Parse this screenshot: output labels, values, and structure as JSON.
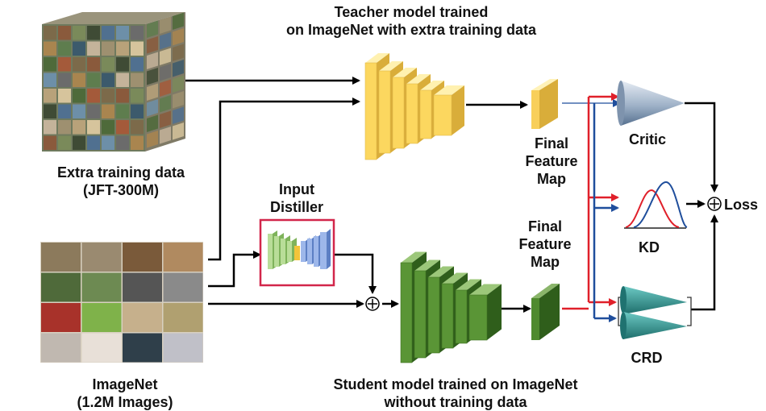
{
  "teacher": {
    "caption_line1": "Teacher model trained",
    "caption_line2": "on ImageNet with extra training data"
  },
  "extra_data": {
    "caption_line1": "Extra training data",
    "caption_line2": "(JFT-300M)"
  },
  "imagenet": {
    "caption_line1": "ImageNet",
    "caption_line2": "(1.2M Images)"
  },
  "distiller": {
    "caption_line1": "Input",
    "caption_line2": "Distiller"
  },
  "teacher_feature": {
    "line1": "Final",
    "line2": "Feature",
    "line3": "Map"
  },
  "student_feature": {
    "line1": "Final",
    "line2": "Feature",
    "line3": "Map"
  },
  "losses": {
    "critic": "Critic",
    "kd": "KD",
    "crd": "CRD",
    "total": "Loss"
  },
  "student": {
    "caption_line1": "Student model trained on ImageNet",
    "caption_line2": "without training data"
  },
  "colors": {
    "teacher": "#fcd75f",
    "student": "#4f8a2e",
    "red_arrow": "#e0202a",
    "blue_arrow": "#1f4e9c",
    "distiller_box": "#d2264a",
    "crd": "#2f8f8c"
  },
  "icons": {
    "sum": "circled-plus-icon",
    "critic": "cone-icon"
  }
}
